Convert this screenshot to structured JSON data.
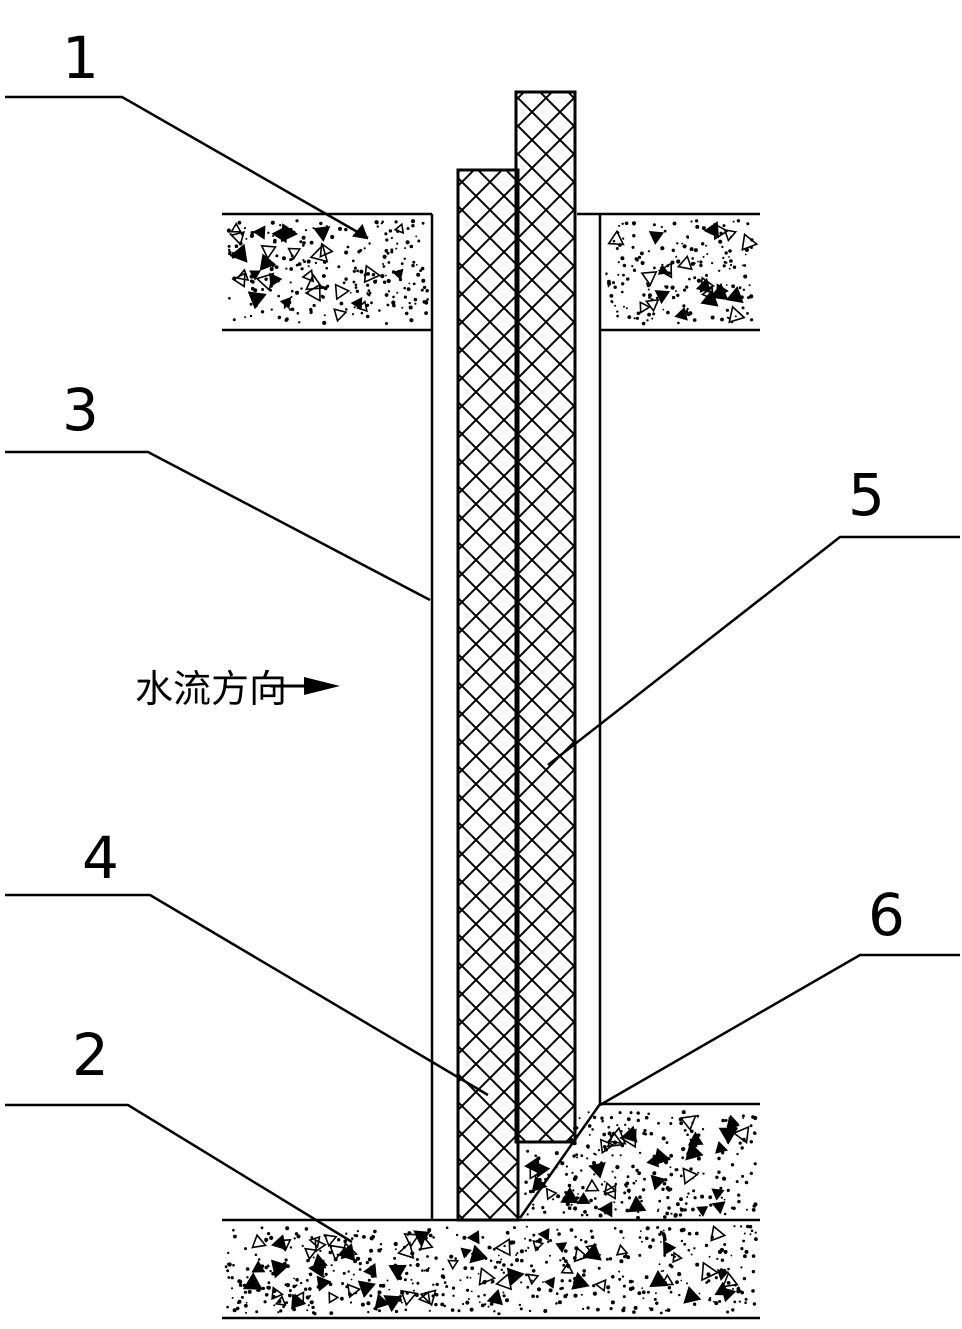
{
  "labels": {
    "l1": "1",
    "l2": "2",
    "l3": "3",
    "l4": "4",
    "l5": "5",
    "l6": "6"
  },
  "flow_text": "水流方向",
  "colors": {
    "ink": "#000000",
    "background": "#ffffff"
  }
}
